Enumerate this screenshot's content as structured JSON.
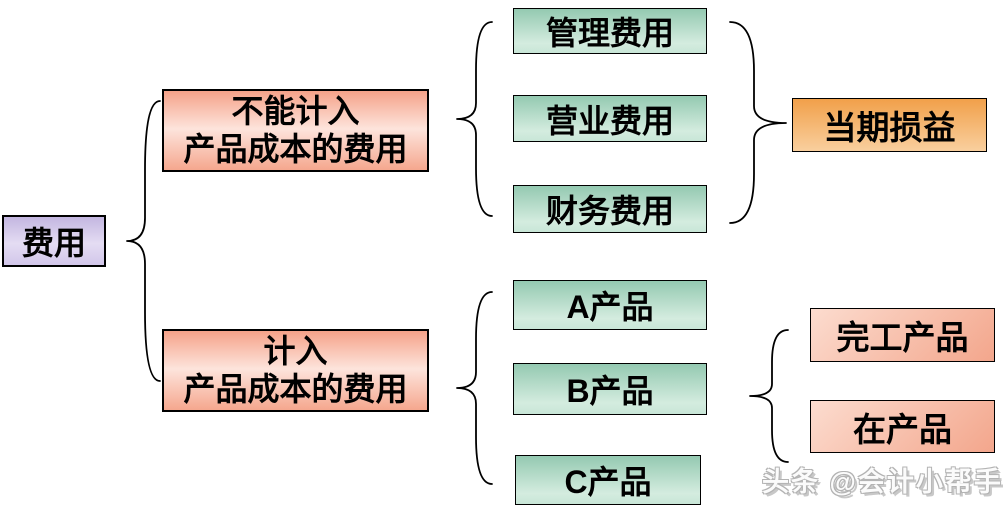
{
  "diagram": {
    "root": {
      "label": "费用"
    },
    "top_branch": {
      "line1": "不能计入",
      "line2": "产品成本的费用",
      "items": [
        "管理费用",
        "营业费用",
        "财务费用"
      ],
      "result": "当期损益"
    },
    "bottom_branch": {
      "line1": "计入",
      "line2": "产品成本的费用",
      "items": [
        "A产品",
        "B产品",
        "C产品"
      ],
      "results": [
        "完工产品",
        "在产品"
      ]
    },
    "colors": {
      "root_fill_dark": "#c3b6e0",
      "root_fill_light": "#e4dcf3",
      "branch_fill_dark": "#f5a289",
      "branch_fill_light": "#fde4dc",
      "item_fill_dark": "#94c9b1",
      "item_fill_light": "#d4ecdf",
      "result_fill_dark": "#f1a04a",
      "result_fill_light": "#f9cf9e",
      "small_result_light": "#fcdccf",
      "small_result_dark": "#f3a68c",
      "border": "#000000"
    }
  },
  "watermark": {
    "text": "头条 @会计小帮手"
  }
}
